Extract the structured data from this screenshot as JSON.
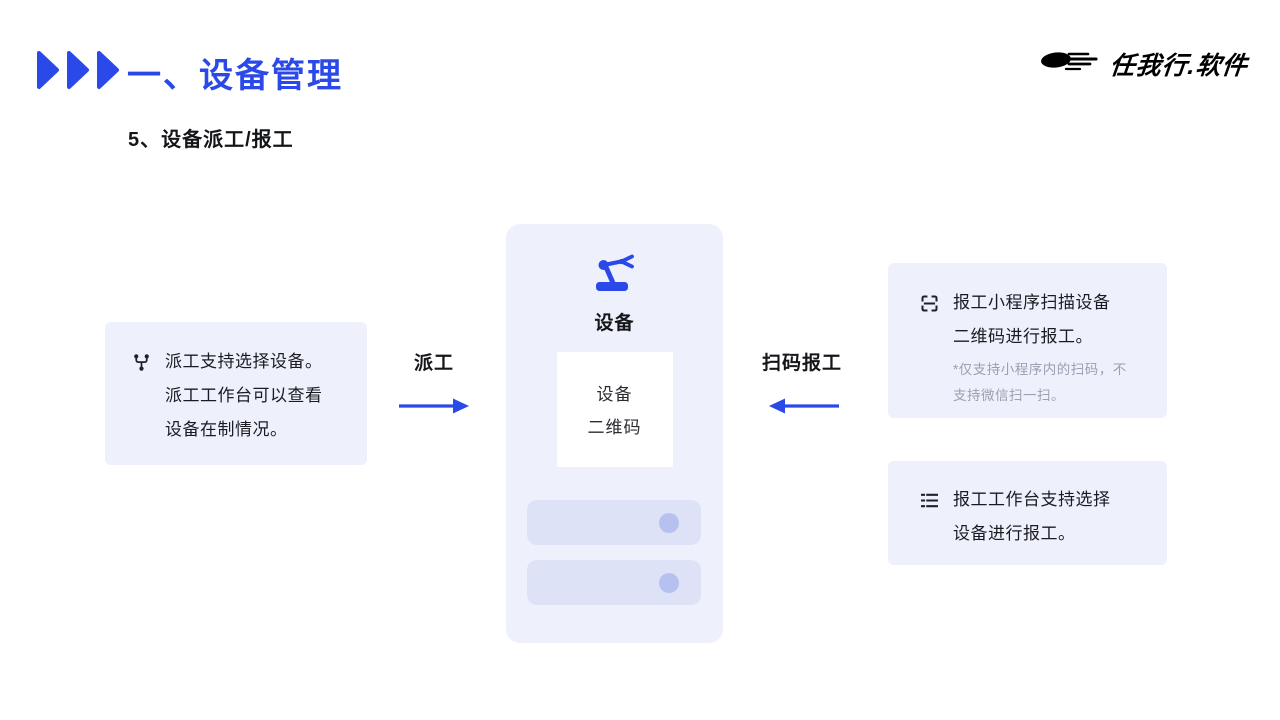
{
  "colors": {
    "accent": "#2b49e9",
    "panel_bg": "#eef1fb",
    "skeleton_bar": "#dde2f7",
    "skeleton_dot": "#b7c1ef",
    "note_gray": "#9aa0b2",
    "text_black": "#15161a"
  },
  "header": {
    "title": "一、设备管理",
    "subtitle": "5、设备派工/报工",
    "logo_text": "任我行.软件",
    "chevrons_icon": "triple-chevron-right",
    "logo_icon": "comet-swoosh"
  },
  "left_box": {
    "icon": "branch-split-icon",
    "lines": [
      "派工支持选择设备。",
      "派工工作台可以查看",
      "设备在制情况。"
    ]
  },
  "flow": {
    "dispatch_label": "派工",
    "dispatch_arrow_icon": "arrow-right",
    "scan_label": "扫码报工",
    "scan_arrow_icon": "arrow-left"
  },
  "device_card": {
    "icon": "robot-arm-icon",
    "title": "设备",
    "qr_lines": [
      "设备",
      "二维码"
    ],
    "skeleton_rows": 2
  },
  "right_top_box": {
    "icon": "scan-frame-icon",
    "lines": [
      "报工小程序扫描设备",
      "二维码进行报工。"
    ],
    "note_lines": [
      "*仅支持小程序内的扫码，不",
      "支持微信扫一扫。"
    ]
  },
  "right_bottom_box": {
    "icon": "list-icon",
    "lines": [
      "报工工作台支持选择",
      "设备进行报工。"
    ]
  }
}
